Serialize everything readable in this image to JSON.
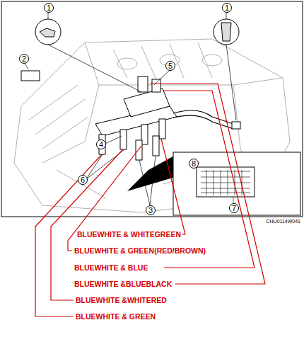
{
  "diagram": {
    "labels": [
      "1",
      "1",
      "2",
      "5",
      "4",
      "6",
      "3",
      "8",
      "7",
      "CHU0114W041",
      "BLUEWHITE & WHITEGREEN",
      "BLUEWHITE & GREEN(RED/BROWN)",
      "BLUEWHITE & BLUE",
      "BLUEWHITE &BLUEBLACK",
      "BLUEWHITE &WHITERED",
      "BLUEWHITE & GREEN"
    ]
  }
}
